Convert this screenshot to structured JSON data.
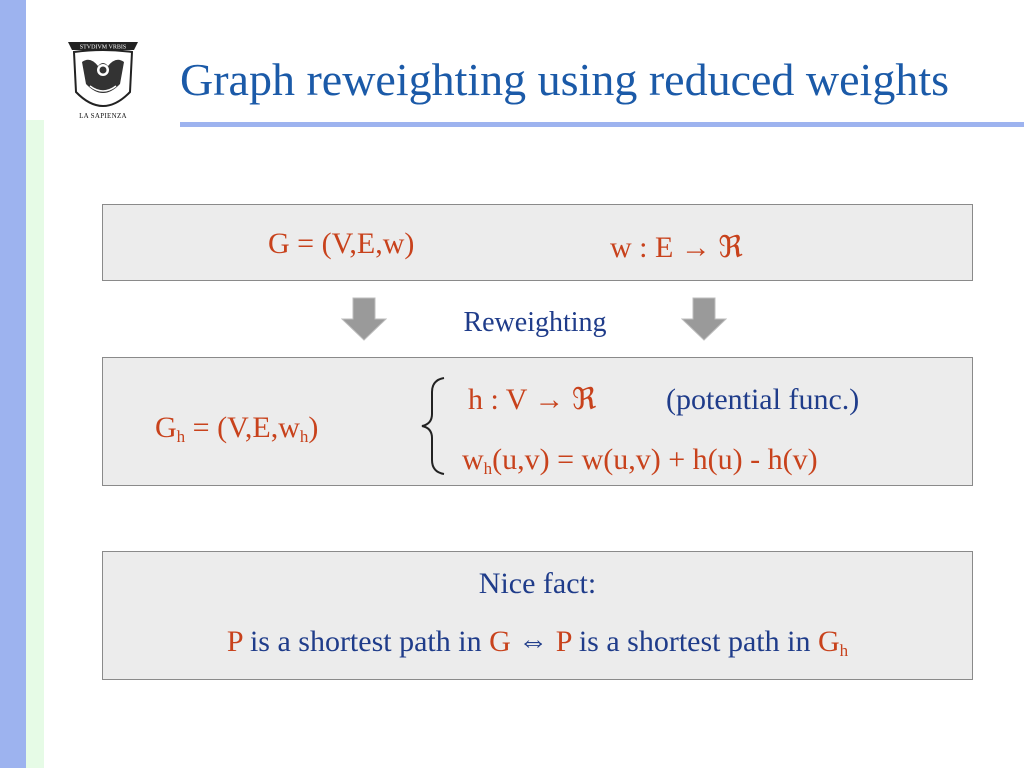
{
  "slide": {
    "title": "Graph reweighting using reduced weights",
    "logo": {
      "motto": "STVDIVM VRBIS",
      "caption": "LA SAPIENZA",
      "icon": "university-seal-icon"
    }
  },
  "box1": {
    "graph_g": "G = (V,E,w)",
    "weight_func": "w : E → ℜ"
  },
  "reweighting_label": "Reweighting",
  "box2": {
    "gh_prefix": "G",
    "gh_sub": "h",
    "gh_mid": " = (V,E,w",
    "gh_sub2": "h",
    "gh_end": ")",
    "potential_func": "h : V → ℜ",
    "potential_note": "(potential func.)",
    "wh_prefix": "w",
    "wh_sub": "h",
    "wh_rest": "(u,v) = w(u,v) + h(u) - h(v)"
  },
  "box3": {
    "heading": "Nice fact:",
    "p1": "P",
    "t1": " is a shortest path in ",
    "g1": "G",
    "equiv": " ⇔ ",
    "p2": "P",
    "t2": " is a shortest path in ",
    "g2": "G",
    "g2_sub": "h"
  },
  "colors": {
    "title": "#1b5aa8",
    "accent_red": "#c8421c",
    "text_blue": "#1f3c8a",
    "side_bar": "#9db3ef",
    "box_bg": "#ececec"
  }
}
